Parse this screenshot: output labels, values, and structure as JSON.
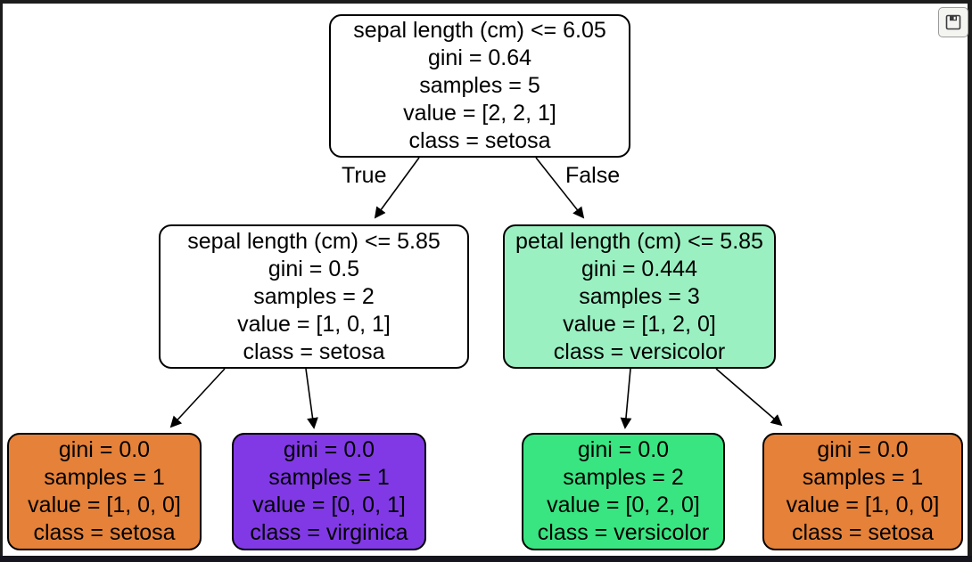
{
  "figure": {
    "type": "decision-tree",
    "edge_labels": {
      "true": "True",
      "false": "False"
    },
    "palette": {
      "setosa_orange": "#e58139",
      "versicolor_green": "#39e581",
      "versicolor_light_green": "#9af0c1",
      "virginica_purple": "#8139e5",
      "undecided_white": "#ffffff",
      "node_border": "#000000",
      "frame_border": "#1c1c1c",
      "bottom_bar": "#15151e"
    },
    "nodes": {
      "root": {
        "condition": "sepal length (cm) <= 6.05",
        "gini": "gini = 0.64",
        "samples": "samples = 5",
        "value": "value = [2, 2, 1]",
        "class": "class = setosa",
        "fill": "#ffffff"
      },
      "left": {
        "condition": "sepal length (cm) <= 5.85",
        "gini": "gini = 0.5",
        "samples": "samples = 2",
        "value": "value = [1, 0, 1]",
        "class": "class = setosa",
        "fill": "#ffffff"
      },
      "right": {
        "condition": "petal length (cm) <= 5.85",
        "gini": "gini = 0.444",
        "samples": "samples = 3",
        "value": "value = [1, 2, 0]",
        "class": "class = versicolor",
        "fill": "#9af0c1"
      },
      "leaf1": {
        "gini": "gini = 0.0",
        "samples": "samples = 1",
        "value": "value = [1, 0, 0]",
        "class": "class = setosa",
        "fill": "#e58139"
      },
      "leaf2": {
        "gini": "gini = 0.0",
        "samples": "samples = 1",
        "value": "value = [0, 0, 1]",
        "class": "class = virginica",
        "fill": "#8139e5"
      },
      "leaf3": {
        "gini": "gini = 0.0",
        "samples": "samples = 2",
        "value": "value = [0, 2, 0]",
        "class": "class = versicolor",
        "fill": "#39e581"
      },
      "leaf4": {
        "gini": "gini = 0.0",
        "samples": "samples = 1",
        "value": "value = [1, 0, 0]",
        "class": "class = setosa",
        "fill": "#e58139"
      }
    }
  },
  "toolbar": {
    "save_button": {
      "icon": "floppy-disk",
      "label": ""
    }
  }
}
